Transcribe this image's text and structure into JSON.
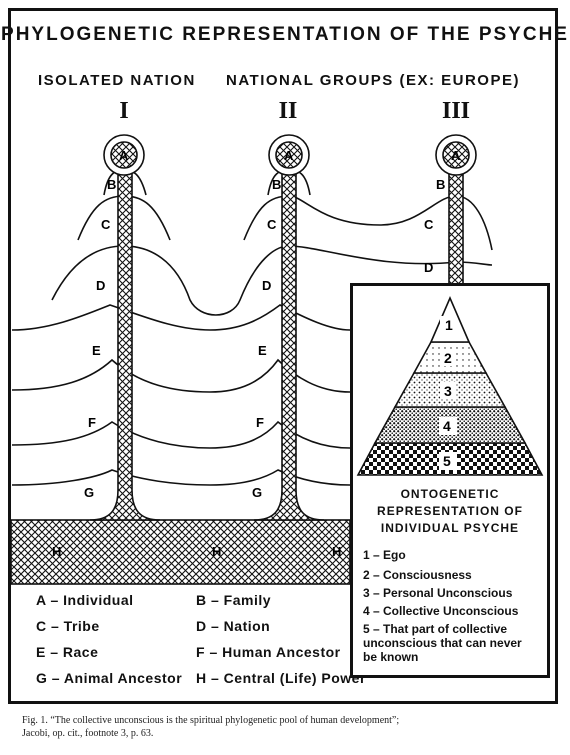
{
  "title": "PHYLOGENETIC REPRESENTATION OF THE PSYCHE",
  "headers": {
    "isolated": "ISOLATED NATION",
    "national": "NATIONAL GROUPS (EX: EUROPE)"
  },
  "columns": [
    "I",
    "II",
    "III"
  ],
  "column_labels": {
    "col1": [
      "A",
      "B",
      "C",
      "D",
      "E",
      "F",
      "G"
    ],
    "col2": [
      "A",
      "B",
      "C",
      "D",
      "E",
      "F",
      "G"
    ],
    "col3": [
      "A",
      "B",
      "C",
      "D"
    ],
    "base": [
      "H",
      "H",
      "H"
    ]
  },
  "legend": [
    {
      "key": "A",
      "text": "A – Individual"
    },
    {
      "key": "B",
      "text": "B – Family"
    },
    {
      "key": "C",
      "text": "C – Tribe"
    },
    {
      "key": "D",
      "text": "D – Nation"
    },
    {
      "key": "E",
      "text": "E – Race"
    },
    {
      "key": "F",
      "text": "F – Human Ancestor"
    },
    {
      "key": "G",
      "text": "G – Animal Ancestor"
    },
    {
      "key": "H",
      "text": "H – Central (Life) Power"
    }
  ],
  "ontogenetic": {
    "pyramid_levels": [
      "1",
      "2",
      "3",
      "4",
      "5"
    ],
    "title_lines": [
      "ONTOGENETIC",
      "REPRESENTATION OF",
      "INDIVIDUAL PSYCHE"
    ],
    "items": [
      "1 – Ego",
      "2 – Consciousness",
      "3 – Personal Unconscious",
      "4 – Collective Unconscious",
      "5 – That part of collective unconscious that can never be known"
    ]
  },
  "caption": {
    "line1": "Fig. 1. “The collective unconscious is the spiritual phylogenetic pool of human development”;",
    "line2": "Jacobi, op. cit., footnote 3, p. 63."
  }
}
